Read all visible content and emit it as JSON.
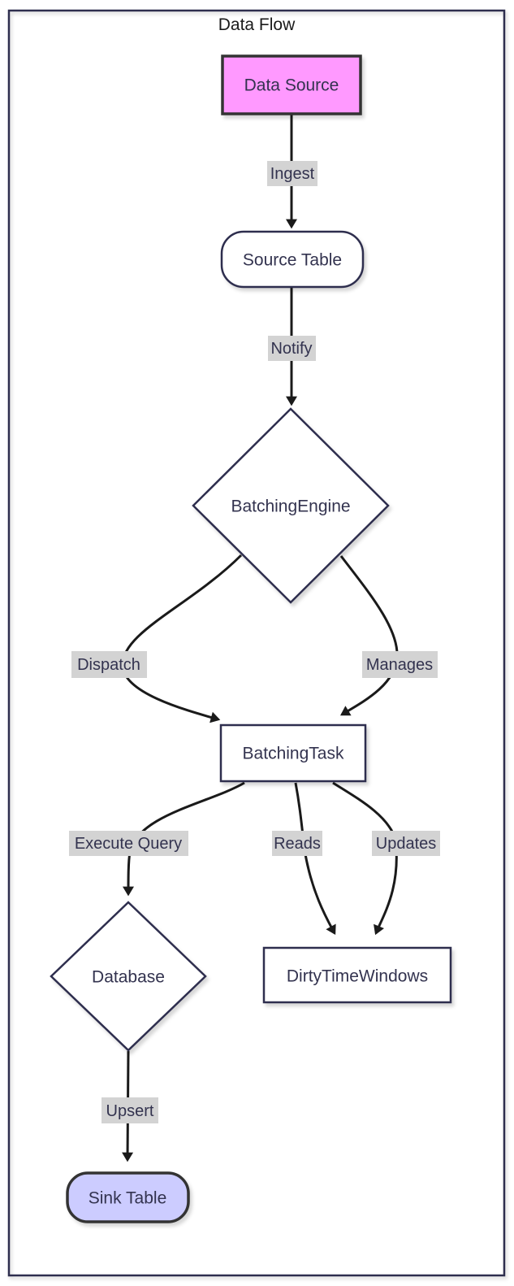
{
  "diagram": {
    "title": "Data Flow",
    "type": "flowchart"
  },
  "colors": {
    "frame_stroke": "#2e2e4e",
    "title_text": "#1a1a1a",
    "edge_stroke": "#1a1a1a",
    "edge_label_bg": "#d3d3d3",
    "edge_label_text": "#33334f",
    "node_text": "#33334f",
    "node_fill_default": "#ffffff",
    "node_stroke_default": "#2e2e4e",
    "data_source_fill": "#ff99ff",
    "sink_table_fill": "#ccccff",
    "styled_node_stroke": "#333333"
  },
  "nodes": {
    "data_source": {
      "label": "Data Source",
      "shape": "rectangle",
      "fill": "#ff99ff",
      "stroke": "#333333"
    },
    "source_table": {
      "label": "Source Table",
      "shape": "stadium",
      "fill": "#ffffff",
      "stroke": "#2e2e4e"
    },
    "batching_engine": {
      "label": "BatchingEngine",
      "shape": "diamond",
      "fill": "#ffffff",
      "stroke": "#2e2e4e"
    },
    "batching_task": {
      "label": "BatchingTask",
      "shape": "rectangle",
      "fill": "#ffffff",
      "stroke": "#2e2e4e"
    },
    "database": {
      "label": "Database",
      "shape": "diamond",
      "fill": "#ffffff",
      "stroke": "#2e2e4e"
    },
    "dirty_time_windows": {
      "label": "DirtyTimeWindows",
      "shape": "rectangle",
      "fill": "#ffffff",
      "stroke": "#2e2e4e"
    },
    "sink_table": {
      "label": "Sink Table",
      "shape": "stadium",
      "fill": "#ccccff",
      "stroke": "#333333"
    }
  },
  "edges": {
    "ingest": {
      "label": "Ingest",
      "from": "Data Source",
      "to": "Source Table"
    },
    "notify": {
      "label": "Notify",
      "from": "Source Table",
      "to": "BatchingEngine"
    },
    "dispatch": {
      "label": "Dispatch",
      "from": "BatchingEngine",
      "to": "BatchingTask"
    },
    "manages": {
      "label": "Manages",
      "from": "BatchingEngine",
      "to": "BatchingTask"
    },
    "execute_query": {
      "label": "Execute Query",
      "from": "BatchingTask",
      "to": "Database"
    },
    "reads": {
      "label": "Reads",
      "from": "BatchingTask",
      "to": "DirtyTimeWindows"
    },
    "updates": {
      "label": "Updates",
      "from": "BatchingTask",
      "to": "DirtyTimeWindows"
    },
    "upsert": {
      "label": "Upsert",
      "from": "Database",
      "to": "Sink Table"
    }
  }
}
